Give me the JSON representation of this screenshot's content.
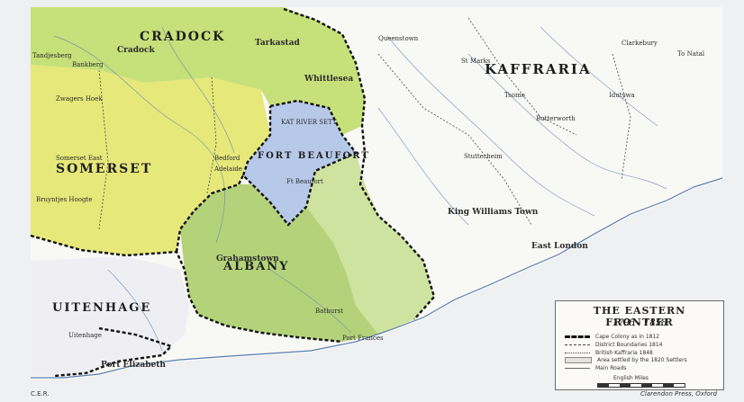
{
  "map": {
    "regions": {
      "cradock": "CRADOCK",
      "somerset": "SOMERSET",
      "fort_beaufort": "FORT BEAUFORT",
      "albany": "ALBANY",
      "uitenhage": "UITENHAGE",
      "kaffraria": "KAFFRARIA"
    },
    "towns": {
      "cradock": "Cradock",
      "tarkastad": "Tarkastad",
      "whittlesea": "Whittlesea",
      "queenstown": "Queenstown",
      "clarkebury": "Clarkebury",
      "st_marks": "St Marks",
      "tsomo": "Tsomo",
      "idutywa": "Idutywa",
      "butterworth": "Butterworth",
      "stutterheim": "Stutterheim",
      "king_williams_town": "King Williams Town",
      "east_london": "East London",
      "bedford": "Bedford",
      "adelaide": "Adelaide",
      "grahamstown": "Grahamstown",
      "bathurst": "Bathurst",
      "port_elizabeth": "Port Elizabeth",
      "port_frances": "Port Frances",
      "ft_beaufort": "Ft Beaufort",
      "uitenhage_town": "Uitenhage",
      "somerset_east": "Somerset East",
      "bankberg": "Bankberg",
      "zwagers_hoek": "Zwagers Hoek",
      "bruyntjes_hoogte": "Bruyntjes Hoogte",
      "kat_river": "KAT RIVER SETT",
      "to_natal": "To Natal",
      "tandjesberg": "Tandjesberg"
    },
    "colors": {
      "sea": "#eef0f2",
      "cradock": "#c6e07a",
      "somerset": "#e6e87a",
      "fort_beaufort": "#b7c9e8",
      "albany": "#b4d27a",
      "uitenhage": "#f2f2f4",
      "kaffraria": "#f8f8f5",
      "frontier_line": "#111111",
      "coast": "#5a7fb0"
    }
  },
  "legend": {
    "title": "THE EASTERN FRONTIER",
    "years": "1795 - 1858",
    "items": [
      {
        "label": "Cape Colony as in 1812"
      },
      {
        "label": "District Boundaries 1814"
      },
      {
        "label": "British Kaffraria 1848"
      },
      {
        "label": "Area settled by the 1820 Settlers"
      },
      {
        "label": "Main Roads"
      }
    ],
    "scale": "English Miles"
  },
  "footer": {
    "left": "C.E.R.",
    "right": "Clarendon Press, Oxford"
  }
}
